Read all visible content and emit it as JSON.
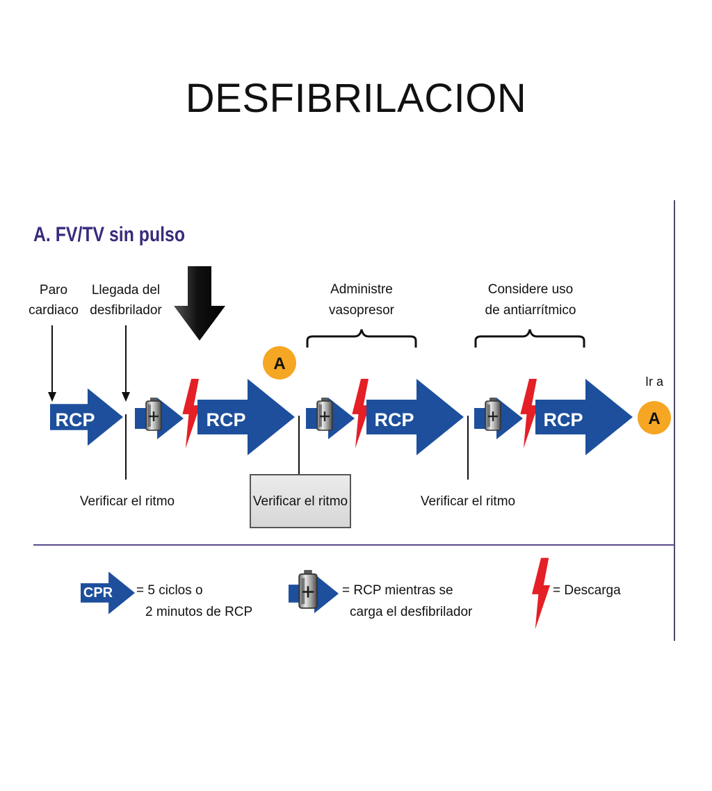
{
  "slide": {
    "title": "DESFIBRILACION"
  },
  "diagram": {
    "panel_title": "A. FV/TV sin pulso",
    "events": {
      "paro_line1": "Paro",
      "paro_line2": "cardiaco",
      "llegada_line1": "Llegada del",
      "llegada_line2": "desfibrilador"
    },
    "braces": {
      "vasopresor_line1": "Administre",
      "vasopresor_line2": "vasopresor",
      "antiarritmico_line1": "Considere uso",
      "antiarritmico_line2": "de antiarrítmico"
    },
    "cpr_label": "RCP",
    "marker_letter": "A",
    "goto_label": "Ir a",
    "rhythm_check_label": "Verificar el ritmo",
    "legend": {
      "cpr_arrow_label": "CPR",
      "cpr_line1": "= 5 ciclos o",
      "cpr_line2": "2 minutos de RCP",
      "charge_line1": "= RCP mientras se",
      "charge_line2": "carga el desfibrilador",
      "shock_label": "= Descarga"
    },
    "colors": {
      "arrow_blue": "#1d4f9c",
      "shock_red": "#e41f26",
      "marker_orange": "#f5a623",
      "title_purple": "#3a2a7c",
      "divider": "#5a4a8a"
    }
  }
}
